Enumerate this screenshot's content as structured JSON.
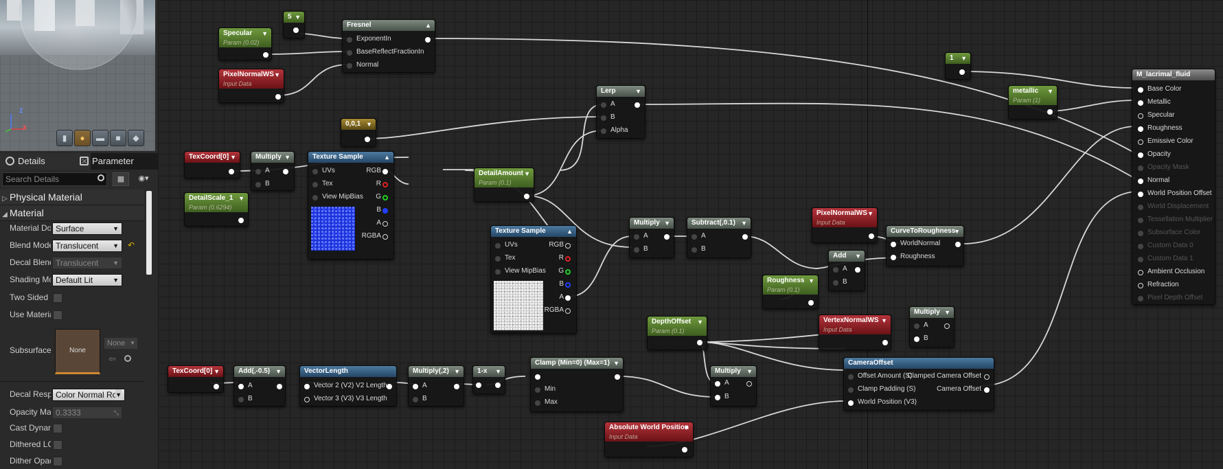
{
  "viewport": {
    "axis_z": "Z",
    "axis_x": "X"
  },
  "tabs": [
    {
      "label": "Details"
    },
    {
      "label": "Parameter"
    }
  ],
  "details": {
    "search_placeholder": "Search Details",
    "categories": {
      "physical_material": "Physical Material",
      "material": "Material"
    },
    "props": {
      "material_domain": {
        "label": "Material Do",
        "value": "Surface"
      },
      "blend_mode": {
        "label": "Blend Mode",
        "value": "Translucent"
      },
      "decal_blend": {
        "label": "Decal Blenc",
        "value": "Translucent"
      },
      "shading_model": {
        "label": "Shading Mc",
        "value": "Default Lit"
      },
      "two_sided": {
        "label": "Two Sided"
      },
      "use_material": {
        "label": "Use Materia"
      },
      "subsurface": {
        "label": "Subsurface",
        "thumb": "None",
        "value": "None"
      },
      "decal_response": {
        "label": "Decal Resp",
        "value": "Color Normal Ro"
      },
      "opacity_mask": {
        "label": "Opacity Ma",
        "value": "0.3333"
      },
      "cast_dynamic": {
        "label": "Cast Dynan"
      },
      "dithered_lod": {
        "label": "Dithered LC"
      },
      "dither_opacity": {
        "label": "Dither Opac"
      }
    }
  },
  "graph": {
    "nodes": {
      "const5": {
        "title": "5"
      },
      "specular": {
        "title": "Specular",
        "subtitle": "Param (0.02)"
      },
      "fresnel": {
        "title": "Fresnel",
        "pins": [
          "ExponentIn",
          "BaseReflectFractionIn",
          "Normal"
        ]
      },
      "pixelnormal1": {
        "title": "PixelNormalWS",
        "subtitle": "Input Data"
      },
      "const1": {
        "title": "1"
      },
      "metallic": {
        "title": "metallic",
        "subtitle": "Param (1)"
      },
      "lerp": {
        "title": "Lerp",
        "pins": [
          "A",
          "B",
          "Alpha"
        ]
      },
      "const001": {
        "title": "0,0,1"
      },
      "texcoord1": {
        "title": "TexCoord[0]"
      },
      "multiply1": {
        "title": "Multiply",
        "pins": [
          "A",
          "B"
        ]
      },
      "texsample1": {
        "title": "Texture Sample",
        "inputs": [
          "UVs",
          "Tex",
          "View MipBias"
        ],
        "outputs": [
          "RGB",
          "R",
          "G",
          "B",
          "A",
          "RGBA"
        ]
      },
      "detailscale": {
        "title": "DetailScale_1",
        "subtitle": "Param (0.6294)"
      },
      "detailamount": {
        "title": "DetailAmount",
        "subtitle": "Param (0.1)"
      },
      "texsample2": {
        "title": "Texture Sample",
        "inputs": [
          "UVs",
          "Tex",
          "View MipBias"
        ],
        "outputs": [
          "RGB",
          "R",
          "G",
          "B",
          "A",
          "RGBA"
        ]
      },
      "multiply2": {
        "title": "Multiply",
        "pins": [
          "A",
          "B"
        ]
      },
      "subtract": {
        "title": "Subtract(,0.1)",
        "pins": [
          "A",
          "B"
        ]
      },
      "pixelnormal2": {
        "title": "PixelNormalWS",
        "subtitle": "Input Data"
      },
      "curve": {
        "title": "CurveToRoughness",
        "pins": [
          "WorldNormal",
          "Roughness"
        ]
      },
      "add1": {
        "title": "Add",
        "pins": [
          "A",
          "B"
        ]
      },
      "roughness": {
        "title": "Roughness",
        "subtitle": "Param (0.1)"
      },
      "depthoffset": {
        "title": "DepthOffset",
        "subtitle": "Param (0.1)"
      },
      "vertexnormal": {
        "title": "VertexNormalWS",
        "subtitle": "Input Data"
      },
      "multiply3": {
        "title": "Multiply",
        "pins": [
          "A",
          "B"
        ]
      },
      "cameraoffset": {
        "title": "CameraOffset",
        "inputs": [
          "Offset Amount (S)",
          "Clamp Padding (S)",
          "World Position (V3)"
        ],
        "outputs": [
          "Clamped Camera Offset",
          "Camera Offset"
        ]
      },
      "texcoord2": {
        "title": "TexCoord[0]"
      },
      "add2": {
        "title": "Add(,-0.5)",
        "pins": [
          "A",
          "B"
        ]
      },
      "veclen": {
        "title": "VectorLength",
        "pins": [
          "Vector 2 (V2) V2 Length",
          "Vector 3 (V3) V3 Length"
        ]
      },
      "multiply4": {
        "title": "Multiply(,2)",
        "pins": [
          "A",
          "B"
        ]
      },
      "oneminus": {
        "title": "1-x"
      },
      "clamp": {
        "title": "Clamp (Min=0) (Max=1)",
        "pins": [
          "Min",
          "Max"
        ]
      },
      "multiply5": {
        "title": "Multiply",
        "pins": [
          "A",
          "B"
        ]
      },
      "absworld": {
        "title": "Absolute World Position",
        "subtitle": "Input Data"
      },
      "root": {
        "title": "M_lacrimal_fluid",
        "pins": [
          "Base Color",
          "Metallic",
          "Specular",
          "Roughness",
          "Emissive Color",
          "Opacity",
          "Opacity Mask",
          "Normal",
          "World Position Offset",
          "World Displacement",
          "Tessellation Multiplier",
          "Subsurface Color",
          "Custom Data 0",
          "Custom Data 1",
          "Ambient Occlusion",
          "Refraction",
          "Pixel Depth Offset"
        ]
      }
    }
  }
}
